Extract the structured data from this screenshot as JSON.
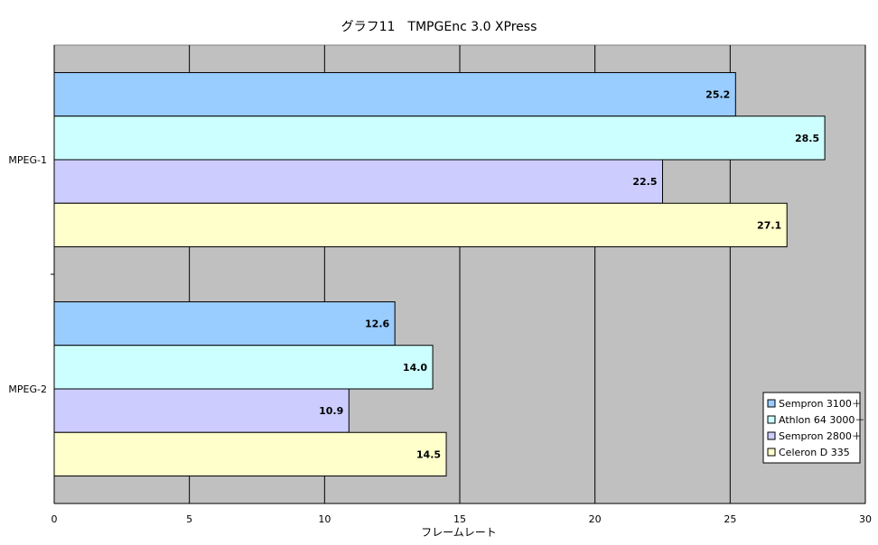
{
  "chart_data": {
    "type": "bar",
    "orientation": "horizontal",
    "title": "グラフ11　TMPGEnc 3.0 XPress",
    "xlabel": "フレームレート",
    "ylabel": "",
    "categories": [
      "MPEG-1",
      "MPEG-2"
    ],
    "series": [
      {
        "name": "Sempron 3100＋",
        "values": [
          25.2,
          12.6
        ],
        "color": "#99ccff"
      },
      {
        "name": "Athlon 64 3000＋",
        "values": [
          28.5,
          14.0
        ],
        "color": "#ccffff"
      },
      {
        "name": "Sempron 2800＋",
        "values": [
          22.5,
          10.9
        ],
        "color": "#ccccff"
      },
      {
        "name": "Celeron D 335",
        "values": [
          27.1,
          14.5
        ],
        "color": "#ffffcc"
      }
    ],
    "xlim": [
      0,
      30
    ],
    "xticks": [
      0,
      5,
      10,
      15,
      20,
      25,
      30
    ],
    "grid": true,
    "legend_position": "bottom-right",
    "plot_background": "#c0c0c0"
  }
}
